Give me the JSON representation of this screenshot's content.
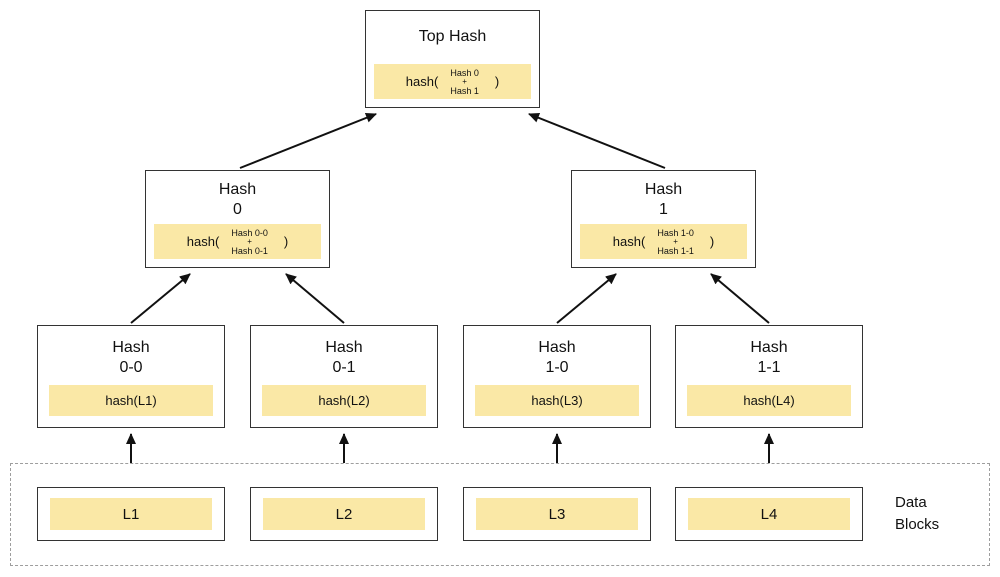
{
  "top": {
    "title": "Top Hash",
    "prefix": "hash(",
    "op1": "Hash 0",
    "plus": "+",
    "op2": "Hash 1",
    "suffix": ")"
  },
  "level1": [
    {
      "line1": "Hash",
      "line2": "0",
      "prefix": "hash(",
      "op1": "Hash 0-0",
      "plus": "+",
      "op2": "Hash 0-1",
      "suffix": ")"
    },
    {
      "line1": "Hash",
      "line2": "1",
      "prefix": "hash(",
      "op1": "Hash 1-0",
      "plus": "+",
      "op2": "Hash 1-1",
      "suffix": ")"
    }
  ],
  "level2": [
    {
      "line1": "Hash",
      "line2": "0-0",
      "hash": "hash(L1)"
    },
    {
      "line1": "Hash",
      "line2": "0-1",
      "hash": "hash(L2)"
    },
    {
      "line1": "Hash",
      "line2": "1-0",
      "hash": "hash(L3)"
    },
    {
      "line1": "Hash",
      "line2": "1-1",
      "hash": "hash(L4)"
    }
  ],
  "data_blocks": {
    "label_line1": "Data",
    "label_line2": "Blocks",
    "items": [
      "L1",
      "L2",
      "L3",
      "L4"
    ]
  },
  "colors": {
    "highlight": "#FAE8A6",
    "box_border": "#333333",
    "dashed_border": "#9e9e9e",
    "arrow": "#111111"
  }
}
